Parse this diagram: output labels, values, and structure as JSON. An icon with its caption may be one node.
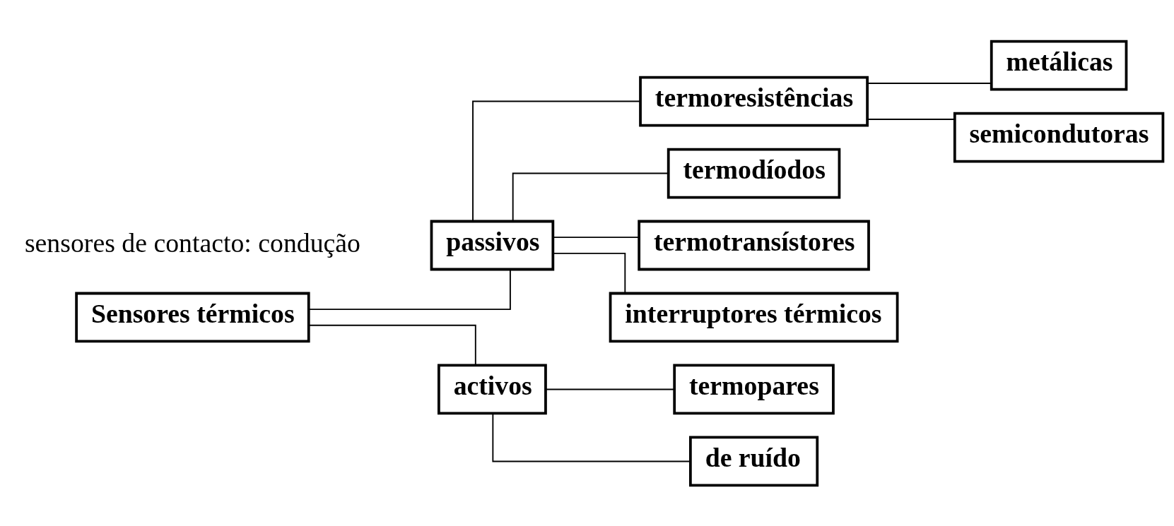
{
  "diagram": {
    "nodes": [
      {
        "text": [
          "Sensores térmicos"
        ]
      },
      {
        "text": [
          "passivos"
        ]
      },
      {
        "text": [
          "activos"
        ]
      },
      {
        "text": [
          "termoresistências"
        ]
      },
      {
        "text": [
          "termodíodos"
        ]
      },
      {
        "text": [
          "termotransístores"
        ]
      },
      {
        "text": [
          "interruptores térmicos"
        ]
      },
      {
        "text": [
          "termopares"
        ]
      },
      {
        "text": [
          "de ruído"
        ]
      },
      {
        "text": [
          "metálicas"
        ]
      },
      {
        "text": [
          "semicondutoras"
        ]
      }
    ],
    "edges": [
      {
        "from": 0,
        "to": 1,
        "arrow": "none"
      },
      {
        "from": 0,
        "to": 2,
        "arrow": "none"
      },
      {
        "from": 1,
        "to": 3,
        "arrow": "none"
      },
      {
        "from": 1,
        "to": 4,
        "arrow": "none"
      },
      {
        "from": 1,
        "to": 5,
        "arrow": "none"
      },
      {
        "from": 1,
        "to": 6,
        "arrow": "none"
      },
      {
        "from": 2,
        "to": 7,
        "arrow": "none"
      },
      {
        "from": 2,
        "to": 8,
        "arrow": "none"
      },
      {
        "from": 3,
        "to": 9,
        "arrow": "none"
      },
      {
        "from": 3,
        "to": 10,
        "arrow": "none"
      }
    ],
    "labels": [
      "sensores de contacto: condução"
    ]
  }
}
